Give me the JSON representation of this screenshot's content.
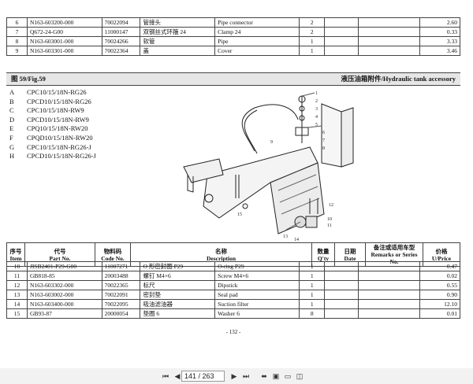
{
  "top_rows": [
    {
      "item": "6",
      "part": "N163-603200-000",
      "code": "70022094",
      "cn": "管接头",
      "en": "Pipe connector",
      "qty": "2",
      "date": "",
      "remarks": "",
      "price": "2.60"
    },
    {
      "item": "7",
      "part": "Q672-24-G00",
      "code": "11000147",
      "cn": "双钢丝式环箍 24",
      "en": "Clamp 24",
      "qty": "2",
      "date": "",
      "remarks": "",
      "price": "0.33"
    },
    {
      "item": "8",
      "part": "N163-603001-000",
      "code": "70024266",
      "cn": "软管",
      "en": "Pipe",
      "qty": "1",
      "date": "",
      "remarks": "",
      "price": "3.33"
    },
    {
      "item": "9",
      "part": "N163-603301-000",
      "code": "70022364",
      "cn": "盖",
      "en": "Cover",
      "qty": "1",
      "date": "",
      "remarks": "",
      "price": "3.46"
    }
  ],
  "figure": {
    "label": "图 59/Fig.59",
    "title": "液压油箱附件/Hydraulic tank accessory"
  },
  "models": [
    {
      "letter": "A",
      "name": "CPC10/15/18N-RG26"
    },
    {
      "letter": "B",
      "name": "CPCD10/15/18N-RG26"
    },
    {
      "letter": "C",
      "name": "CPC10/15/18N-RW9"
    },
    {
      "letter": "D",
      "name": "CPCD10/15/18N-RW9"
    },
    {
      "letter": "E",
      "name": "CPQ10/15/18N-RW20"
    },
    {
      "letter": "F",
      "name": "CPQD10/15/18N-RW20"
    },
    {
      "letter": "G",
      "name": "CPC10/15/18N-RG26-J"
    },
    {
      "letter": "H",
      "name": "CPCD10/15/18N-RG26-J"
    }
  ],
  "columns": {
    "item_cn": "序号",
    "item_en": "Item",
    "part_cn": "代号",
    "part_en": "Part No.",
    "code_cn": "物料码",
    "code_en": "Code No.",
    "name_cn": "名称",
    "name_en": "Description",
    "qty_cn": "数量",
    "qty_en": "Q'ty",
    "date_cn": "日期",
    "date_en": "Date",
    "rem_cn": "备注或适用车型",
    "rem_en": "Remarks or Series No.",
    "price_cn": "价格",
    "price_en": "U/Price"
  },
  "rows": [
    {
      "item": "10",
      "part": "JISB2401-P29-G00",
      "code": "11007271",
      "cn": "O 形密封圈 P29",
      "en": "O-ring P29",
      "qty": "1",
      "date": "",
      "remarks": "",
      "price": "0.47"
    },
    {
      "item": "11",
      "part": "GB818-85",
      "code": "20003488",
      "cn": "螺钉 M4×6",
      "en": "Screw M4×6",
      "qty": "1",
      "date": "",
      "remarks": "",
      "price": "0.02"
    },
    {
      "item": "12",
      "part": "N163-603302-000",
      "code": "70022365",
      "cn": "标尺",
      "en": "Dipstick",
      "qty": "1",
      "date": "",
      "remarks": "",
      "price": "0.55"
    },
    {
      "item": "13",
      "part": "N163-603002-000",
      "code": "70022091",
      "cn": "密封垫",
      "en": "Seal pad",
      "qty": "1",
      "date": "",
      "remarks": "",
      "price": "0.90"
    },
    {
      "item": "14",
      "part": "N163-603400-000",
      "code": "70022095",
      "cn": "吸油滤油器",
      "en": "Suction filter",
      "qty": "1",
      "date": "",
      "remarks": "",
      "price": "12.10"
    },
    {
      "item": "15",
      "part": "GB93-87",
      "code": "20000054",
      "cn": "垫圈 6",
      "en": "Washer 6",
      "qty": "8",
      "date": "",
      "remarks": "",
      "price": "0.01"
    }
  ],
  "page_footer": "- 132 -",
  "viewer": {
    "current_page": "141 / 263",
    "icons": [
      "first-page-icon",
      "prev-page-icon",
      "next-page-icon",
      "last-page-icon",
      "fit-width-icon",
      "fit-page-icon",
      "single-page-icon",
      "two-page-icon"
    ]
  }
}
